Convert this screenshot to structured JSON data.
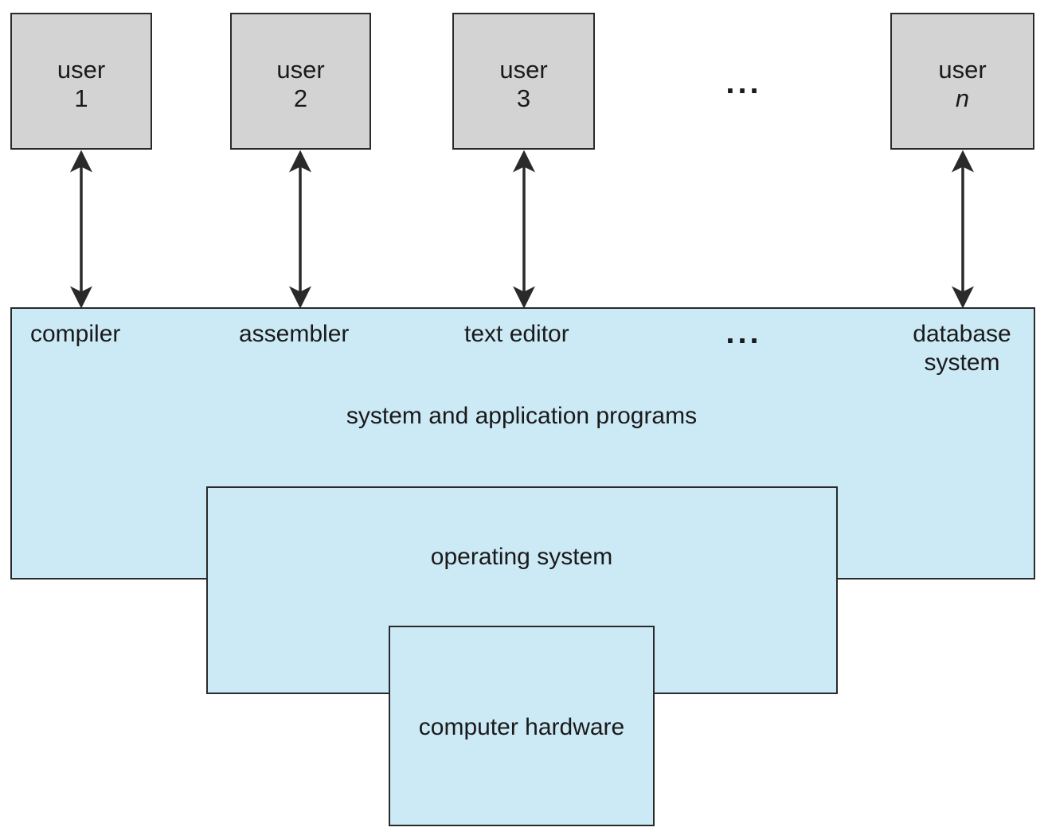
{
  "users": [
    {
      "line1": "user",
      "line2": "1",
      "italic": false
    },
    {
      "line1": "user",
      "line2": "2",
      "italic": false
    },
    {
      "line1": "user",
      "line2": "3",
      "italic": false
    },
    {
      "line1": "user",
      "line2": "n",
      "italic": true
    }
  ],
  "ellipsis_top": "...",
  "programs": {
    "compiler": "compiler",
    "assembler": "assembler",
    "text_editor": "text editor",
    "ellipsis": "...",
    "database_line1": "database",
    "database_line2": "system",
    "layer_label": "system and application programs"
  },
  "os_label": "operating system",
  "hardware_label": "computer hardware",
  "colors": {
    "user_fill": "#d3d3d3",
    "layer_fill": "#cce9f6",
    "stroke": "#2a2a2a"
  }
}
